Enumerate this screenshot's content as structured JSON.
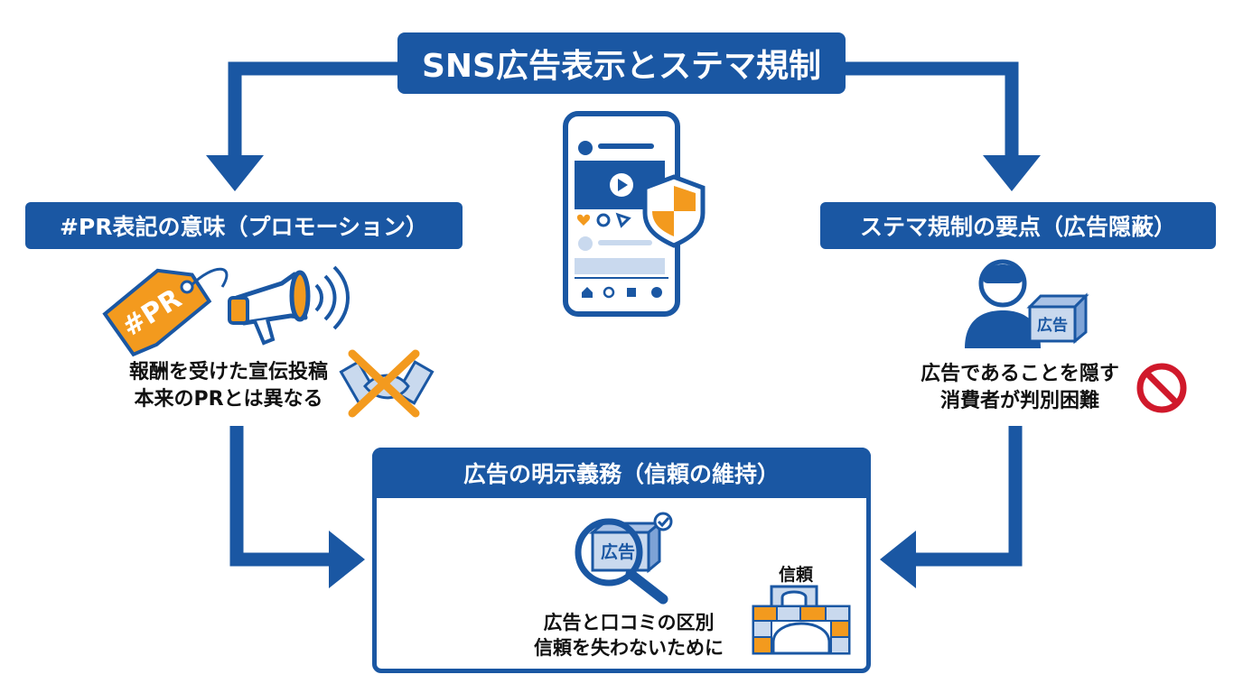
{
  "title": "SNS広告表示とステマ規制",
  "left_section": {
    "heading": "#PR表記の意味（プロモーション）",
    "tag_text": "#PR",
    "caption_line1": "報酬を受けた宣伝投稿",
    "caption_line2": "本来のPRとは異なる"
  },
  "right_section": {
    "heading": "ステマ規制の要点（広告隠蔽）",
    "box_text": "広告",
    "caption_line1": "広告であることを隠す",
    "caption_line2": "消費者が判別困難"
  },
  "bottom_section": {
    "heading": "広告の明示義務（信頼の維持）",
    "magnifier_text": "広告",
    "trust_label": "信頼",
    "caption_line1": "広告と口コミの区別",
    "caption_line2": "信頼を失わないために"
  },
  "colors": {
    "primary_blue": "#1a57a3",
    "accent_orange": "#f39a1e",
    "light_blue": "#c9d9ee",
    "prohibit_red": "#d0192b"
  }
}
